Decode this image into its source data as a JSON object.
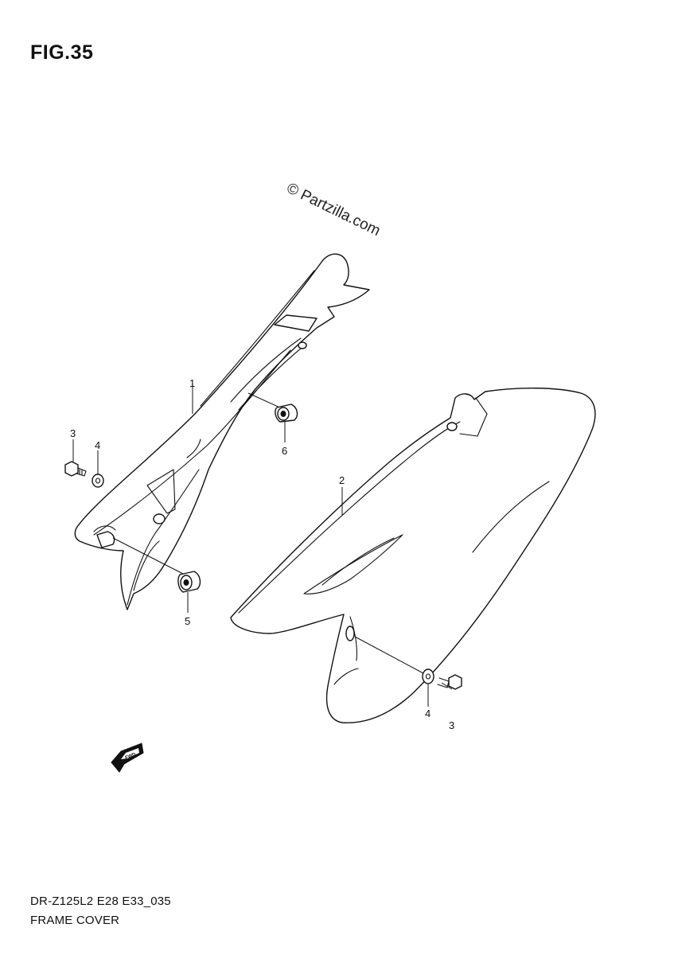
{
  "figure": {
    "title": "FIG.35"
  },
  "watermark": "© Partzilla.com",
  "callouts": {
    "frame_cover_left": "1",
    "frame_cover_right": "2",
    "bolt_left": "3",
    "washer_left": "4",
    "cushion_lower": "5",
    "cushion_upper": "6",
    "washer_right": "4",
    "bolt_right": "3"
  },
  "fwd_label": "FWD",
  "footer": {
    "model_code": "DR-Z125L2 E28 E33_035",
    "name": "FRAME COVER"
  },
  "colors": {
    "ink": "#111111",
    "paper": "#ffffff"
  }
}
